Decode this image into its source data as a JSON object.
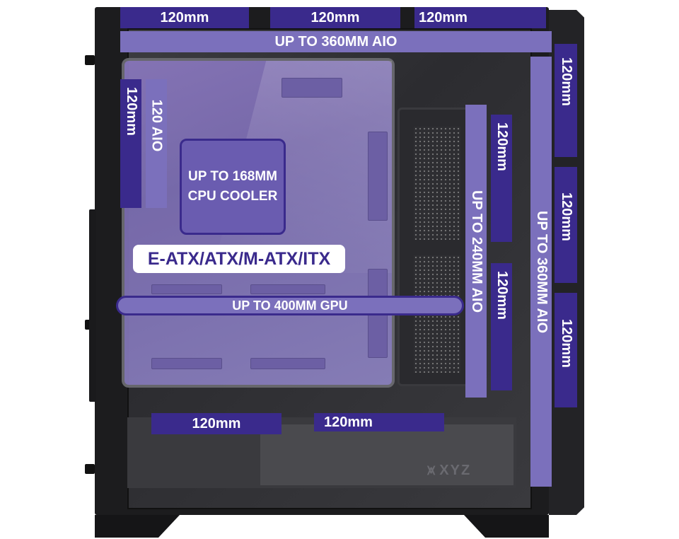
{
  "top_fans": [
    "120mm",
    "120mm",
    "120mm"
  ],
  "top_aio": "UP TO 360MM AIO",
  "rear": {
    "fan": "120mm",
    "aio": "120 AIO"
  },
  "cpu_cooler": {
    "line1": "UP TO 168MM",
    "line2": "CPU COOLER"
  },
  "form_factor": "E-ATX/ATX/M-ATX/ITX",
  "gpu": "UP TO 400MM GPU",
  "mid_fans": [
    "120mm",
    "120mm"
  ],
  "mid_aio": "UP TO 240MM AIO",
  "front_fans": [
    "120mm",
    "120mm",
    "120mm"
  ],
  "front_aio": "UP TO 360MM AIO",
  "bottom_fans": [
    "120mm",
    "120mm"
  ],
  "logo": "XYZ",
  "colors": {
    "dark_purple": "#3a2a8c",
    "light_purple": "#7b70bc",
    "case": "#1c1c1e"
  }
}
